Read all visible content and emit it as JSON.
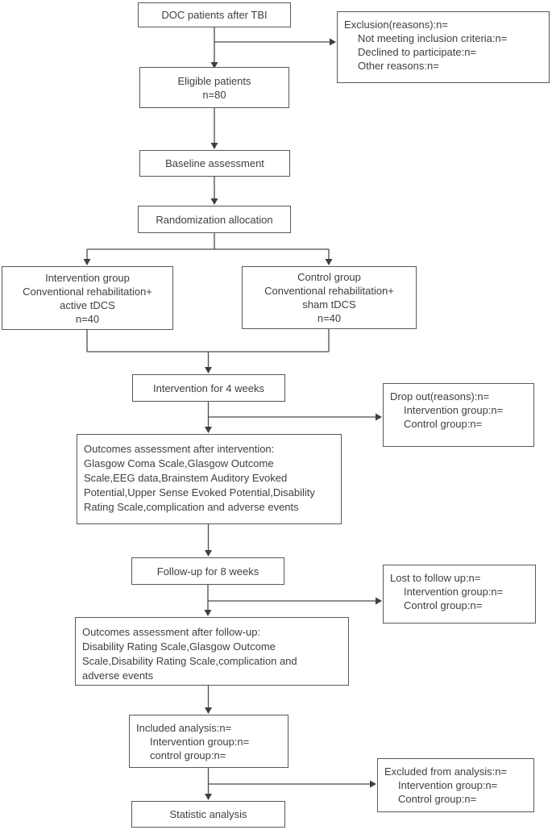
{
  "title": "tDCS TBI trial CONSORT flow diagram",
  "colors": {
    "background": "#ffffff",
    "box_border": "#58585a",
    "text": "#3f3f41",
    "connector_line": "#4b4b4d"
  },
  "boxes": {
    "doc": {
      "line1": "DOC patients after TBI"
    },
    "exclusion": {
      "title": "Exclusion(reasons):n=",
      "items": [
        "Not meeting inclusion criteria:n=",
        "Declined to participate:n=",
        "Other reasons:n="
      ]
    },
    "eligible": {
      "line1": "Eligible patients",
      "line2": "n=80"
    },
    "baseline": {
      "line1": "Baseline assessment"
    },
    "randomization": {
      "line1": "Randomization allocation"
    },
    "intervention_group": {
      "lines": [
        "Intervention group",
        "Conventional rehabilitation+",
        "active tDCS",
        "n=40"
      ]
    },
    "control_group": {
      "lines": [
        "Control group",
        "Conventional rehabilitation+",
        "sham tDCS",
        "n=40"
      ]
    },
    "intervention_4w": {
      "line1": "Intervention for 4 weeks"
    },
    "drop_out": {
      "title": "Drop out(reasons):n=",
      "items": [
        "Intervention group:n=",
        "Control group:n="
      ]
    },
    "outcomes_intervention": {
      "lines": [
        "Outcomes assessment after intervention:",
        "Glasgow Coma Scale,Glasgow Outcome",
        "Scale,EEG data,Brainstem Auditory Evoked",
        "Potential,Upper Sense Evoked Potential,Disability",
        "Rating Scale,complication and adverse events"
      ]
    },
    "follow_up": {
      "line1": "Follow-up for 8 weeks"
    },
    "lost_follow_up": {
      "title": "Lost to follow up:n=",
      "items": [
        "Intervention group:n=",
        "Control group:n="
      ]
    },
    "outcomes_follow_up": {
      "lines": [
        "Outcomes assessment after follow-up:",
        "Disability Rating Scale,Glasgow Outcome",
        "Scale,Disability Rating Scale,complication and",
        "adverse events"
      ]
    },
    "included": {
      "title": "Included analysis:n=",
      "items": [
        "Intervention group:n=",
        "control group:n="
      ]
    },
    "excluded": {
      "title": "Excluded from analysis:n=",
      "items": [
        "Intervention group:n=",
        "Control group:n="
      ]
    },
    "statistic": {
      "line1": "Statistic analysis"
    }
  }
}
